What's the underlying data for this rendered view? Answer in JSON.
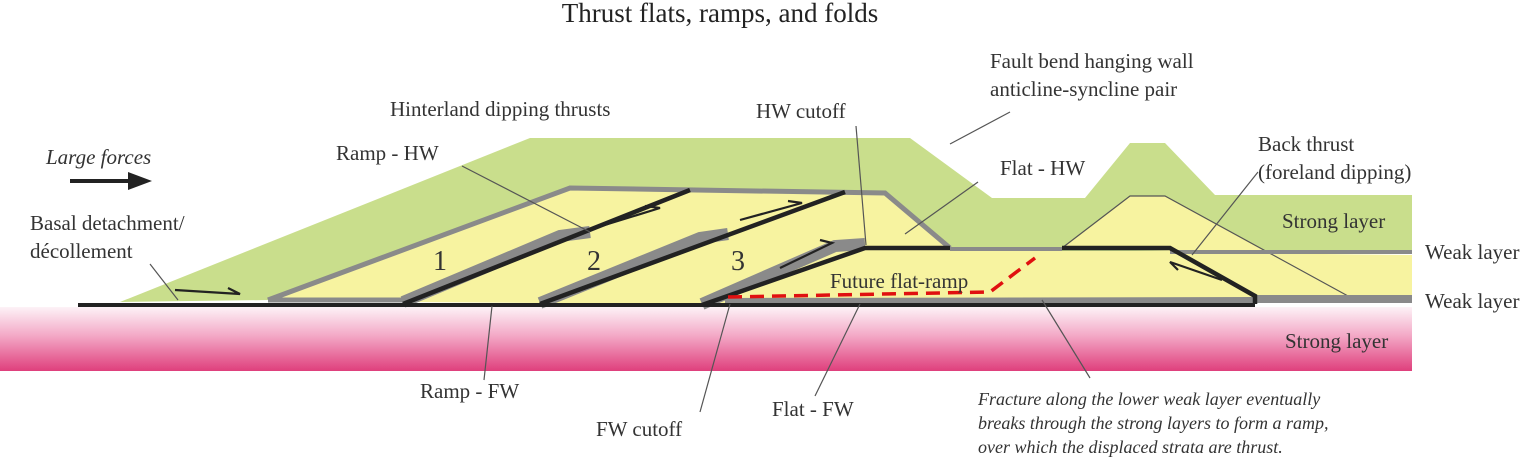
{
  "title": "Thrust flats, ramps, and folds",
  "forces_label": "Large forces",
  "labels": {
    "basal_1": "Basal detachment/",
    "basal_2": "décollement",
    "hinterland": "Hinterland dipping thrusts",
    "ramp_hw": "Ramp - HW",
    "hw_cutoff": "HW cutoff",
    "fault_bend_1": "Fault bend hanging wall",
    "fault_bend_2": "anticline-syncline pair",
    "flat_hw": "Flat - HW",
    "back_thrust_1": "Back thrust",
    "back_thrust_2": "(foreland dipping)",
    "strong_layer_top": "Strong layer",
    "weak_layer_1": "Weak layer",
    "weak_layer_2": "Weak layer",
    "strong_layer_bottom": "Strong layer",
    "future_flat_ramp": "Future flat-ramp",
    "ramp_fw": "Ramp - FW",
    "fw_cutoff": "FW cutoff",
    "flat_fw": "Flat - FW",
    "fracture_1": "Fracture along the lower weak layer eventually",
    "fracture_2": "breaks through the strong layers to form a ramp,",
    "fracture_3": "over which the displaced strata are thrust."
  },
  "slices": [
    "1",
    "2",
    "3"
  ],
  "colors": {
    "green_layer": "#c9de8c",
    "yellow_layer": "#f7f3a0",
    "weak_layer": "#7a7a7a",
    "fault": "#222222",
    "future_fault": "#e01010",
    "pink_top": "#fdf0f6",
    "pink_bottom": "#e0457f"
  }
}
